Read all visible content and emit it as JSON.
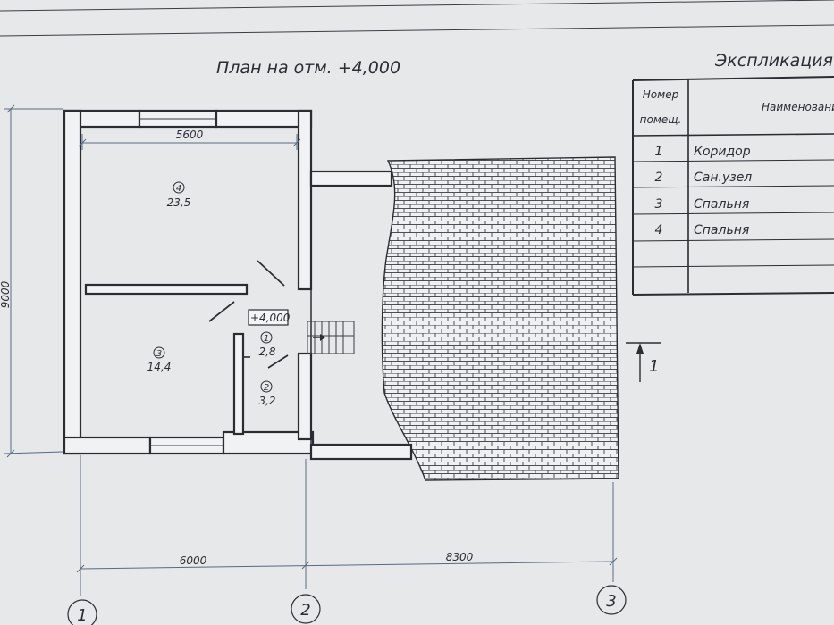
{
  "plan": {
    "title": "План на отм. +4,000",
    "level_mark": "+4,000",
    "rooms": [
      {
        "num": "4",
        "area": "23,5"
      },
      {
        "num": "3",
        "area": "14,4"
      },
      {
        "num": "1",
        "area": "2,8"
      },
      {
        "num": "2",
        "area": "3,2"
      }
    ],
    "dims": {
      "inner_top": "5600",
      "left_total": "9000",
      "bottom_left": "6000",
      "bottom_right": "8300"
    },
    "axes": [
      "1",
      "2",
      "3"
    ],
    "section_mark": "1"
  },
  "explication": {
    "title": "Экспликация п",
    "header_num_1": "Номер",
    "header_num_2": "помещ.",
    "header_name": "Наименование",
    "rows": [
      {
        "num": "1",
        "name": "Коридор"
      },
      {
        "num": "2",
        "name": "Сан.узел"
      },
      {
        "num": "3",
        "name": "Спальня"
      },
      {
        "num": "4",
        "name": "Спальня"
      }
    ]
  }
}
